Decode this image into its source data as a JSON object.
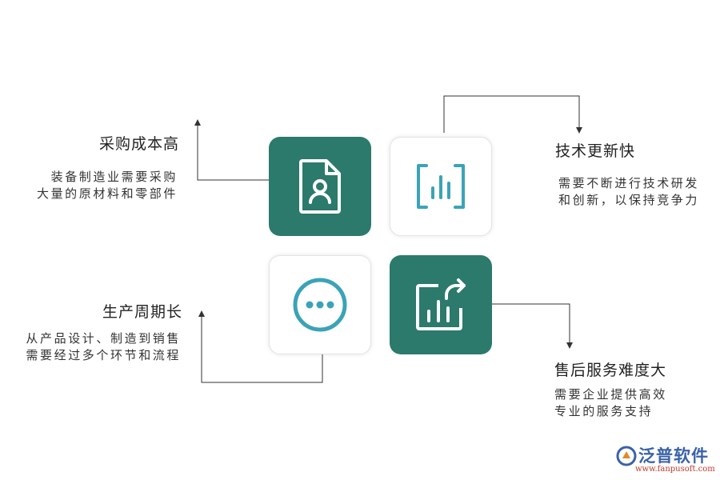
{
  "colors": {
    "accent_dark": "#2b7a6c",
    "accent_light": "#3ba3b8",
    "line": "#333333"
  },
  "items": [
    {
      "title": "采购成本高",
      "lines": [
        "装备制造业需要采购",
        "大量的原材料和零部件"
      ],
      "icon": "document-user-icon"
    },
    {
      "title": "技术更新快",
      "lines": [
        "需要不断进行技术研发",
        "和创新，以保持竞争力"
      ],
      "icon": "bar-chart-icon"
    },
    {
      "title": "生产周期长",
      "lines": [
        "从产品设计、制造到销售",
        "需要经过多个环节和流程"
      ],
      "icon": "more-dots-icon"
    },
    {
      "title": "售后服务难度大",
      "lines": [
        "需要企业提供高效",
        "专业的服务支持"
      ],
      "icon": "chart-export-icon"
    }
  ],
  "logo": {
    "name": "泛普软件",
    "url": "www.fanpusoft.com"
  }
}
